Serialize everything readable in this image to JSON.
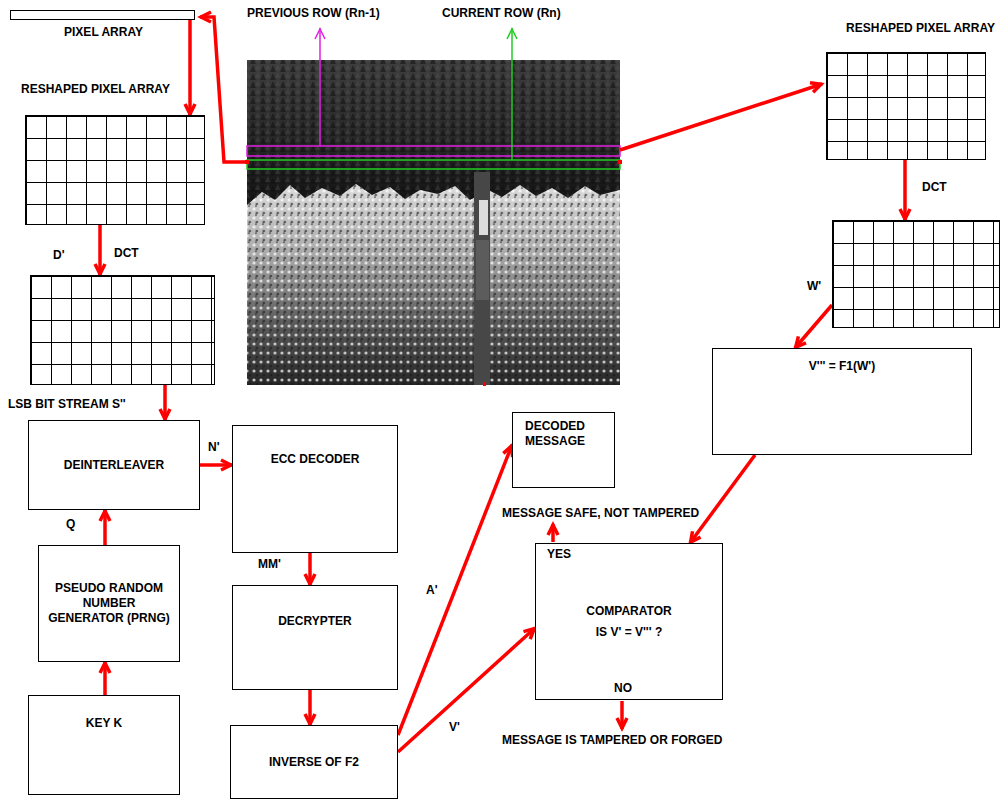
{
  "diagram": {
    "nodes": [
      {
        "text": [
          "PIXEL ARRAY"
        ]
      },
      {
        "text": [
          "RESHAPED PIXEL ARRAY"
        ]
      },
      {
        "text": [
          "D'"
        ]
      },
      {
        "text": [
          "DEINTERLEAVER"
        ]
      },
      {
        "text": [
          "PSEUDO RANDOM NUMBER GENERATOR (PRNG)"
        ]
      },
      {
        "text": [
          "KEY K"
        ]
      },
      {
        "text": [
          "ECC DECODER"
        ]
      },
      {
        "text": [
          "DECRYPTER"
        ]
      },
      {
        "text": [
          "INVERSE OF F2"
        ]
      },
      {
        "text": [
          "DECODED MESSAGE"
        ]
      },
      {
        "text": [
          "COMPARATOR",
          "IS V' = V''' ?"
        ]
      },
      {
        "text": [
          "RESHAPED PIXEL ARRAY"
        ]
      },
      {
        "text": [
          "W'"
        ]
      },
      {
        "text": [
          "V''' = F1(W')"
        ]
      }
    ],
    "edges": [
      {
        "from": 0,
        "to": 1,
        "arrow": "to"
      },
      {
        "from": 1,
        "to": 2,
        "label": "DCT",
        "arrow": "to"
      },
      {
        "from": 2,
        "to": 3,
        "label": "LSB BIT STREAM S''",
        "arrow": "to"
      },
      {
        "from": 4,
        "to": 3,
        "label": "Q",
        "arrow": "to"
      },
      {
        "from": 5,
        "to": 4,
        "arrow": "to"
      },
      {
        "from": 3,
        "to": 6,
        "label": "N'",
        "arrow": "to"
      },
      {
        "from": 6,
        "to": 7,
        "label": "MM'",
        "arrow": "to"
      },
      {
        "from": 7,
        "to": 8,
        "arrow": "to"
      },
      {
        "from": 8,
        "to": 9,
        "label": "A'",
        "arrow": "to"
      },
      {
        "from": 8,
        "to": 10,
        "label": "V'",
        "arrow": "to"
      },
      {
        "from": 11,
        "to": 12,
        "label": "DCT",
        "arrow": "to"
      },
      {
        "from": 12,
        "to": 13,
        "arrow": "to"
      },
      {
        "from": 13,
        "to": 10,
        "arrow": "to"
      }
    ],
    "labels": [
      "PREVIOUS ROW (Rn-1)",
      "CURRENT ROW (Rn)",
      "YES",
      "NO",
      "MESSAGE SAFE, NOT TAMPERED",
      "MESSAGE IS TAMPERED OR FORGED"
    ]
  }
}
